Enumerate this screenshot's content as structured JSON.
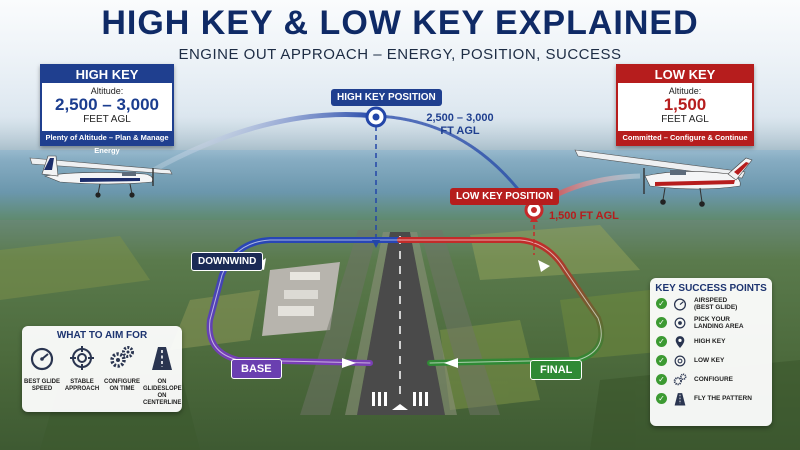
{
  "title": "HIGH KEY & LOW KEY EXPLAINED",
  "subtitle": "ENGINE OUT APPROACH – ENERGY, POSITION, SUCCESS",
  "high_key_box": {
    "header": "HIGH KEY",
    "altitude_label": "Altitude:",
    "altitude_value": "2,500 – 3,000",
    "altitude_unit": "FEET AGL",
    "footer": "Plenty of Altitude – Plan & Manage Energy"
  },
  "low_key_box": {
    "header": "LOW KEY",
    "altitude_label": "Altitude:",
    "altitude_value": "1,500",
    "altitude_unit": "FEET AGL",
    "footer": "Committed – Configure & Continue"
  },
  "high_key_position": {
    "label": "HIGH KEY POSITION",
    "alt_line1": "2,500 – 3,000",
    "alt_line2": "FT AGL"
  },
  "low_key_position": {
    "label": "LOW KEY POSITION",
    "alt": "1,500 FT AGL"
  },
  "pattern_legs": {
    "downwind": "DOWNWIND",
    "base": "BASE",
    "final": "FINAL"
  },
  "aim_panel": {
    "title": "WHAT TO AIM FOR",
    "items": [
      {
        "icon": "gauge-icon",
        "line1": "BEST GLIDE",
        "line2": "SPEED"
      },
      {
        "icon": "target-icon",
        "line1": "STABLE",
        "line2": "APPROACH"
      },
      {
        "icon": "gears-icon",
        "line1": "CONFIGURE",
        "line2": "ON TIME"
      },
      {
        "icon": "runway-icon",
        "line1": "ON GLIDESLOPE",
        "line2": "ON CENTERLINE"
      }
    ]
  },
  "success_panel": {
    "title": "KEY SUCCESS POINTS",
    "items": [
      {
        "icon": "gauge-icon",
        "line1": "AIRSPEED",
        "line2": "(BEST GLIDE)"
      },
      {
        "icon": "target-icon",
        "line1": "PICK YOUR",
        "line2": "LANDING AREA"
      },
      {
        "icon": "pin-icon",
        "line1": "HIGH KEY",
        "line2": ""
      },
      {
        "icon": "target-icon",
        "line1": "LOW KEY",
        "line2": ""
      },
      {
        "icon": "gears-icon",
        "line1": "CONFIGURE",
        "line2": ""
      },
      {
        "icon": "runway-icon",
        "line1": "FLY THE PATTERN",
        "line2": ""
      }
    ]
  },
  "colors": {
    "high_key": "#1f3f8f",
    "low_key": "#b61d1d",
    "base": "#6a3fb0",
    "final": "#2f8a35",
    "title": "#0f2a66"
  }
}
